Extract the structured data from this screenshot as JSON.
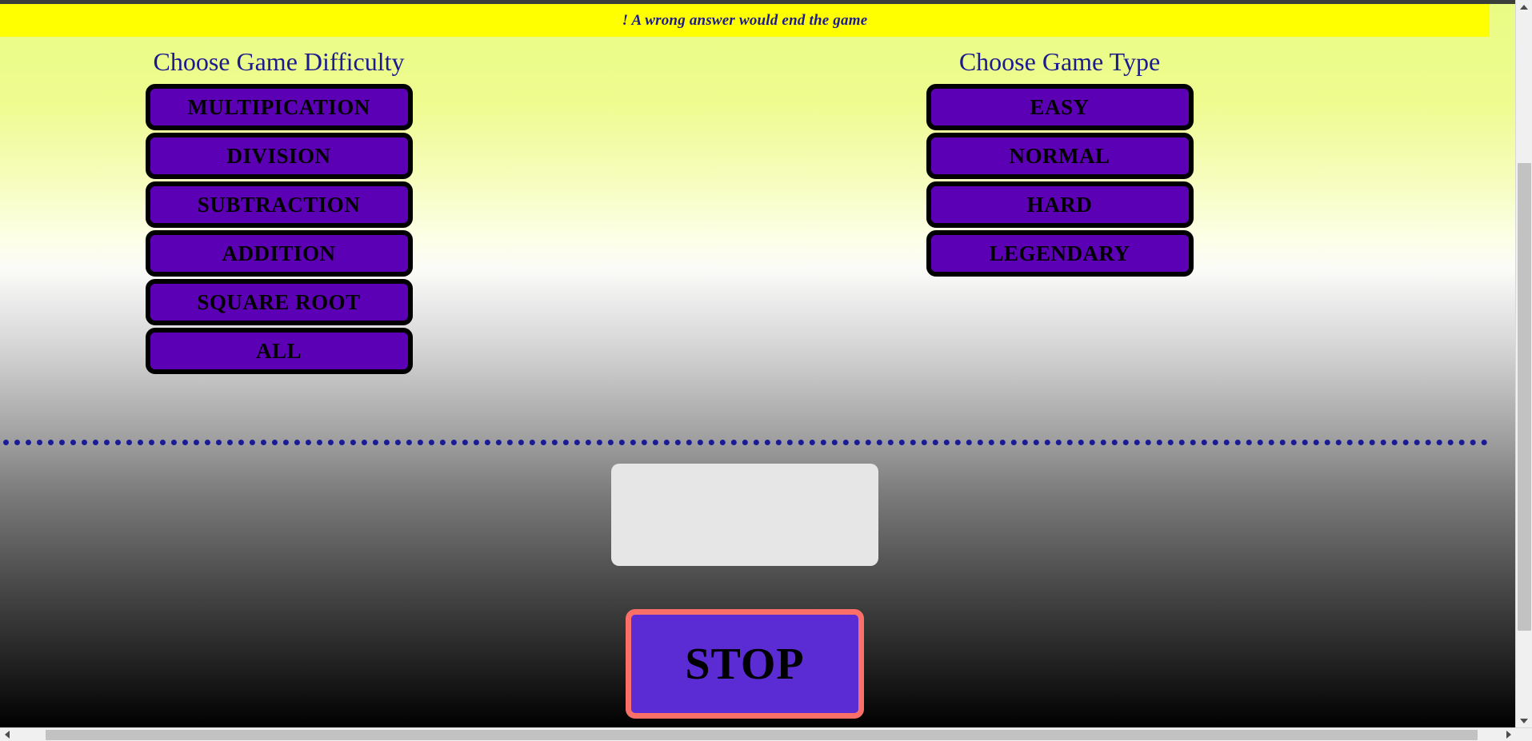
{
  "banner": {
    "text": "! A wrong answer would end the game",
    "background": "#ffff00",
    "text_color": "#1b1b8f"
  },
  "columns": {
    "left": {
      "heading": "Choose Game Difficulty",
      "buttons": [
        {
          "label": "MULTIPICATION"
        },
        {
          "label": "DIVISION"
        },
        {
          "label": "SUBTRACTION"
        },
        {
          "label": "ADDITION"
        },
        {
          "label": "SQUARE ROOT"
        },
        {
          "label": "ALL"
        }
      ]
    },
    "right": {
      "heading": "Choose Game Type",
      "buttons": [
        {
          "label": "EASY"
        },
        {
          "label": "NORMAL"
        },
        {
          "label": "HARD"
        },
        {
          "label": "LEGENDARY"
        }
      ]
    }
  },
  "answer": {
    "value": "",
    "placeholder": ""
  },
  "stop": {
    "label": "STOP",
    "border_color": "#fa7068",
    "fill_color": "#5b2bd4"
  },
  "theme": {
    "button_purple": "#5c00b5",
    "heading_navy": "#1b1b8f",
    "divider_navy": "#1b1b96"
  },
  "scrollbars": {
    "vertical": {
      "up_icon": "arrow-up-icon",
      "down_icon": "arrow-down-icon"
    },
    "horizontal": {
      "left_icon": "arrow-left-icon",
      "right_icon": "arrow-right-icon"
    }
  }
}
